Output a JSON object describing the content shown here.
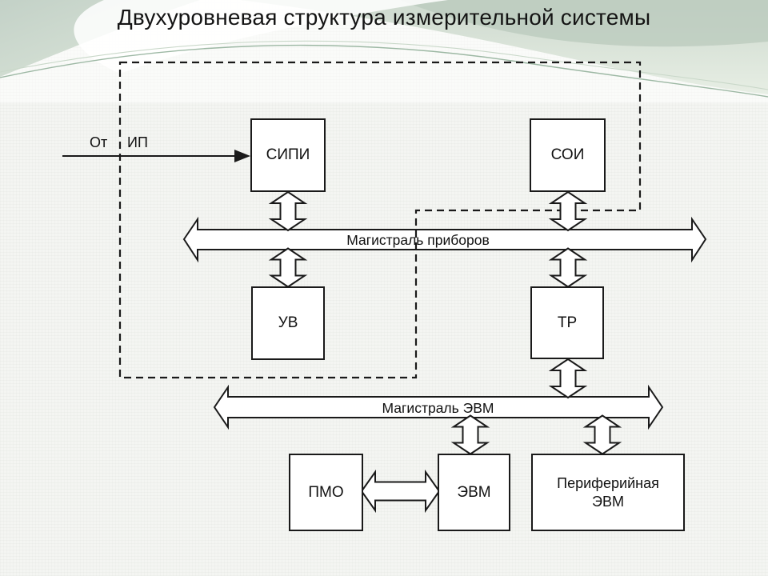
{
  "slide": {
    "title": "Двухуровневая структура измерительной системы"
  },
  "diagram": {
    "input": {
      "from_label": "От",
      "to_label": "ИП"
    },
    "boxes": {
      "sipi": "СИПИ",
      "soi": "СОИ",
      "uv": "УВ",
      "tr": "ТР",
      "pmo": "ПМО",
      "evm": "ЭВМ",
      "peripheral": "Периферийная ЭВМ"
    },
    "buses": {
      "instrument": "Магистраль приборов",
      "computer": "Магистраль ЭВМ"
    }
  },
  "colors": {
    "line": "#1a1a1a",
    "box_fill": "#ffffff",
    "bg": "#f4f5f2",
    "band_green_dark": "#b9c9bc",
    "band_green": "#ccd8cd",
    "band_green_light": "#e0e9de",
    "curve_stroke": "#9db8a4"
  }
}
